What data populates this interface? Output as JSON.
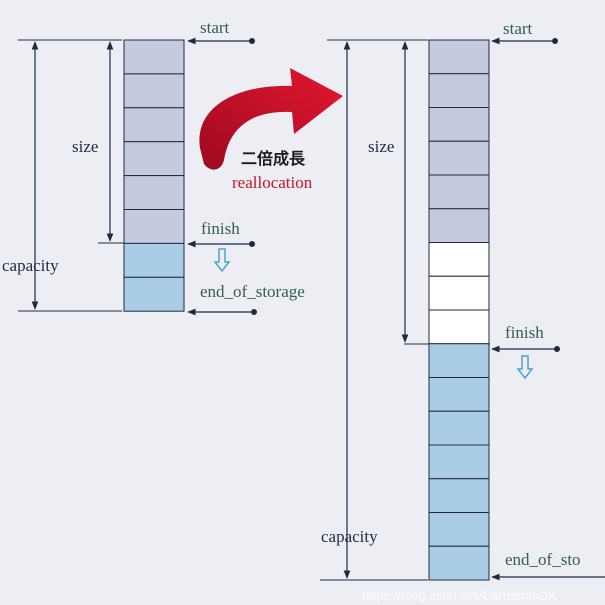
{
  "colors": {
    "background": "#eceef4",
    "filled_cell": "#c6cade",
    "spare_cell": "#a9cde4",
    "empty_cell": "#ffffff",
    "cell_border": "#1e2a44",
    "arrow_red": "#c8102e",
    "down_arrow": "#4aa3d4"
  },
  "left_vector": {
    "labels": {
      "start": "start",
      "finish": "finish",
      "end_of_storage": "end_of_storage",
      "size": "size",
      "capacity": "capacity"
    },
    "filled_cells": 6,
    "spare_cells": 2,
    "empty_cells": 0
  },
  "transition": {
    "chinese_label": "二倍成長",
    "english_label": "reallocation",
    "arrow_icon": "curved-arrow-icon"
  },
  "right_vector": {
    "labels": {
      "start": "start",
      "finish": "finish",
      "end_of_storage": "end_of_sto",
      "size": "size",
      "capacity": "capacity"
    },
    "filled_cells": 6,
    "spare_cells": 0,
    "empty_cells": 3,
    "new_cells": 7
  },
  "watermark": "https://blog.csdn.net/CarmenIsOK"
}
